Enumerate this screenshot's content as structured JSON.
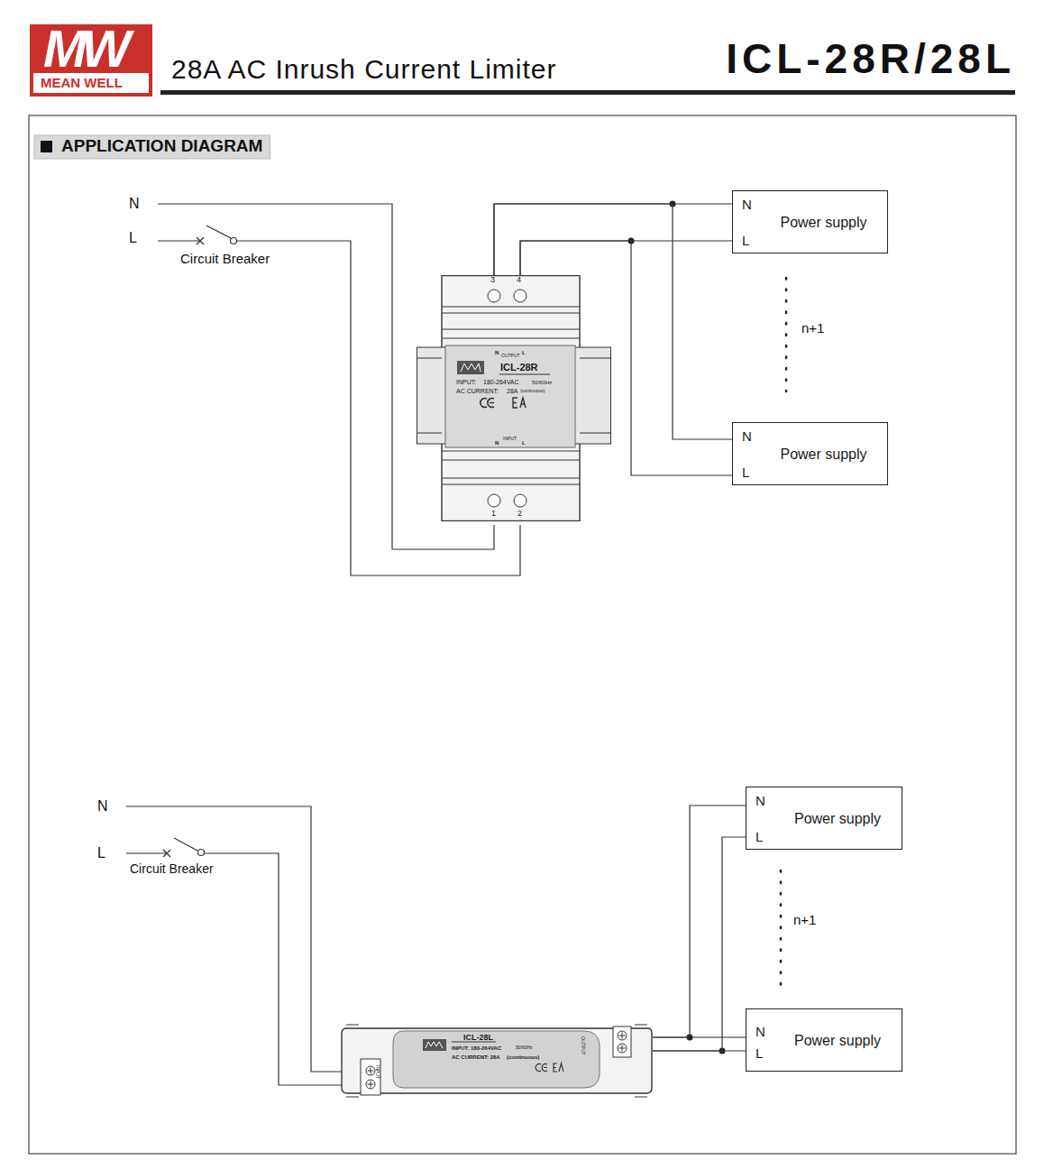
{
  "diagram": {
    "title": "28A AC Inrush Current Limiter",
    "nodes": [
      {
        "text": [
          "3",
          "4",
          "OUTPUT",
          "N",
          "L",
          "ICL-28R",
          "INPUT:",
          "180-264VAC",
          "50/60Hz",
          "AC CURRENT:",
          "28A",
          "(continuous)",
          "INPUT",
          "N",
          "L",
          "1",
          "2"
        ]
      },
      {
        "text": [
          "N",
          "Power supply",
          "L"
        ]
      },
      {
        "text": [
          "N",
          "Power supply",
          "L"
        ]
      },
      {
        "text": [
          "ICL-28L",
          "INPUT: 180-264VAC",
          "50/60Hz",
          "AC CURRENT: 28A",
          "(continuous)",
          "INPUT",
          "OUTPUT"
        ]
      },
      {
        "text": [
          "N",
          "Power supply",
          "L"
        ]
      },
      {
        "text": [
          "N",
          "Power supply",
          "L"
        ]
      }
    ],
    "edges": [
      {
        "from": 0,
        "to": 1,
        "arrow": "none"
      },
      {
        "from": 0,
        "to": 2,
        "arrow": "none"
      },
      {
        "from": 3,
        "to": 4,
        "arrow": "none"
      },
      {
        "from": 3,
        "to": 5,
        "arrow": "none"
      }
    ],
    "labels": [
      "MW",
      "MEAN WELL",
      "ICL-28R/28L",
      "APPLICATION DIAGRAM",
      "N",
      "L",
      "Circuit Breaker",
      "n+1",
      "N",
      "L",
      "Circuit Breaker",
      "n+1"
    ]
  }
}
